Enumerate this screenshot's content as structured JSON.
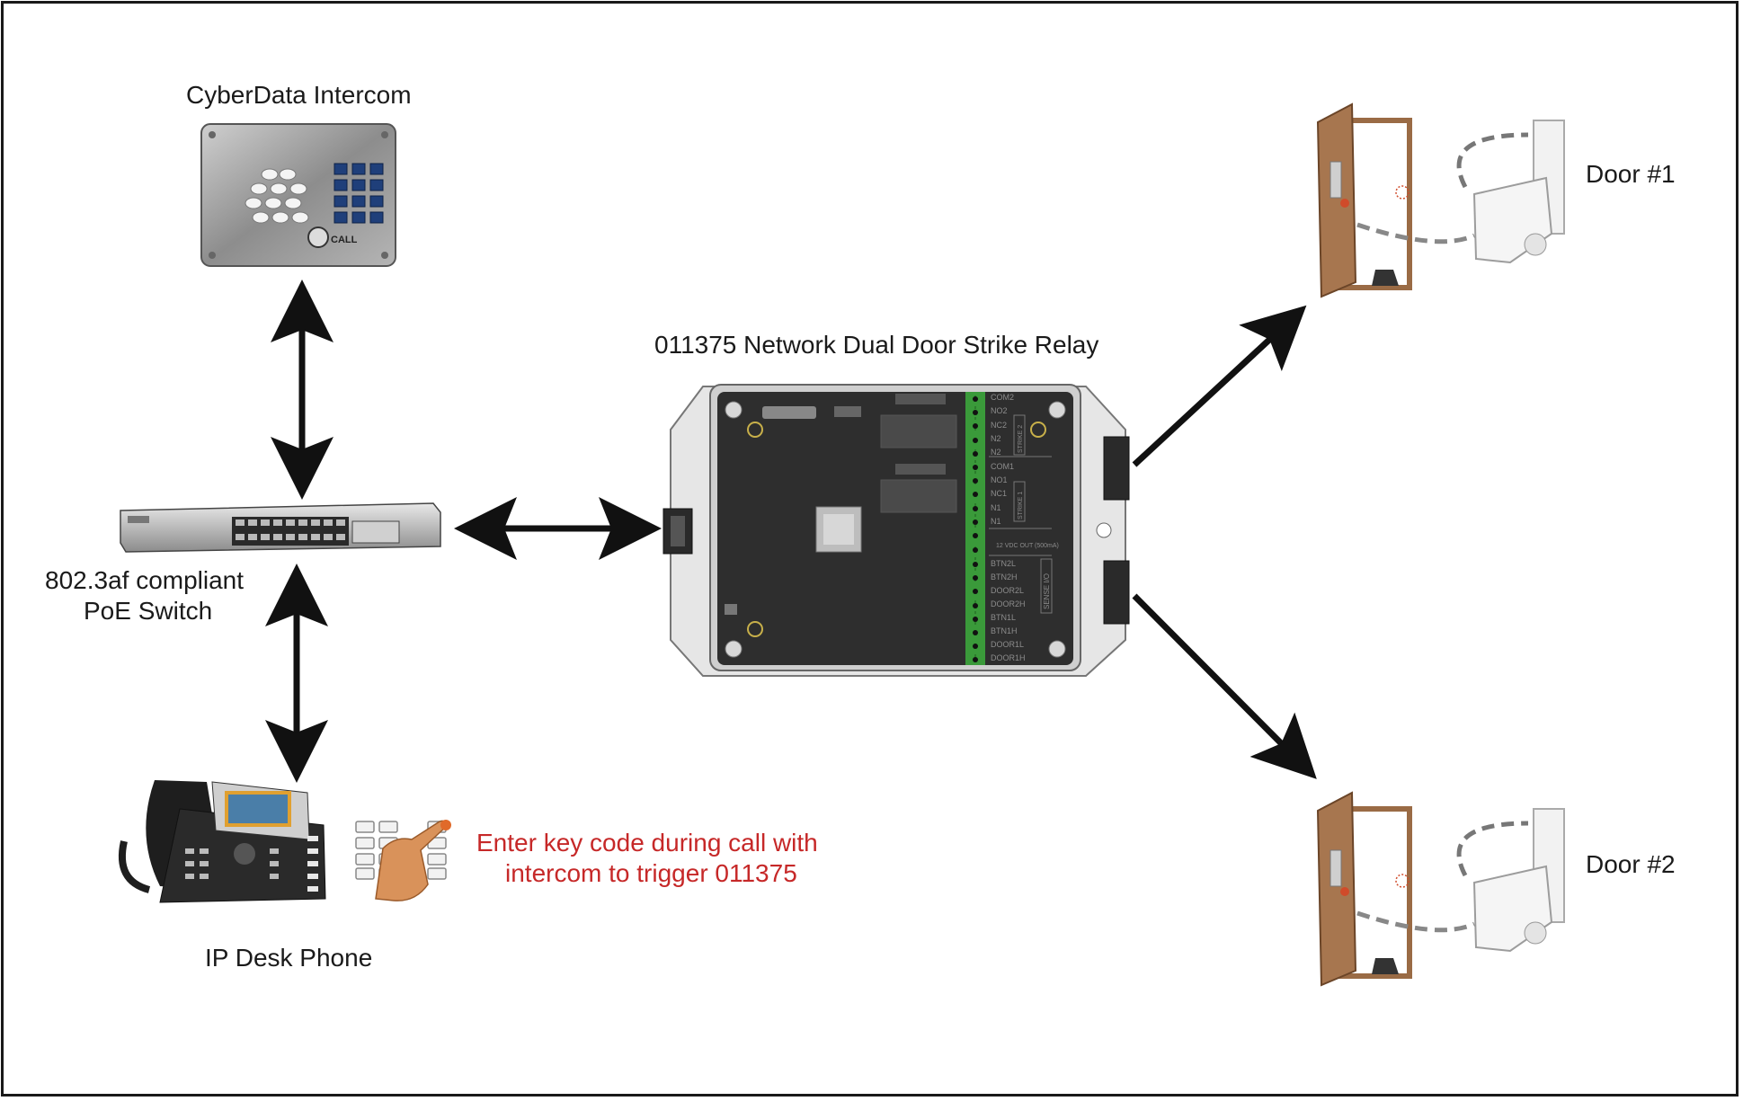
{
  "labels": {
    "intercom": "CyberData Intercom",
    "relay": "011375 Network Dual Door Strike Relay",
    "switch_line1": "802.3af compliant",
    "switch_line2": "PoE Switch",
    "phone": "IP Desk Phone",
    "door1": "Door #1",
    "door2": "Door #2",
    "note_line1": "Enter key code during call with",
    "note_line2": "intercom to trigger 011375"
  },
  "intercom_panel": {
    "call_label": "CALL"
  },
  "relay_terminals": {
    "upper": [
      "COM2",
      "NO2",
      "NC2",
      "N2",
      "N2",
      "COM1",
      "NO1",
      "NC1",
      "N1",
      "N1"
    ],
    "power": "12 VDC OUT (500mA)",
    "lower": [
      "BTN2L",
      "BTN2H",
      "DOOR2L",
      "DOOR2H",
      "BTN1L",
      "BTN1H",
      "DOOR1L",
      "DOOR1H"
    ],
    "group_strike2": "STRIKE 2",
    "group_strike1": "STRIKE 1",
    "group_sense": "SENSE I/O"
  },
  "colors": {
    "note_text": "#c62828",
    "terminal_green": "#3a9a3a",
    "board": "#2e2e2e",
    "door_wood": "#9a6b45"
  }
}
